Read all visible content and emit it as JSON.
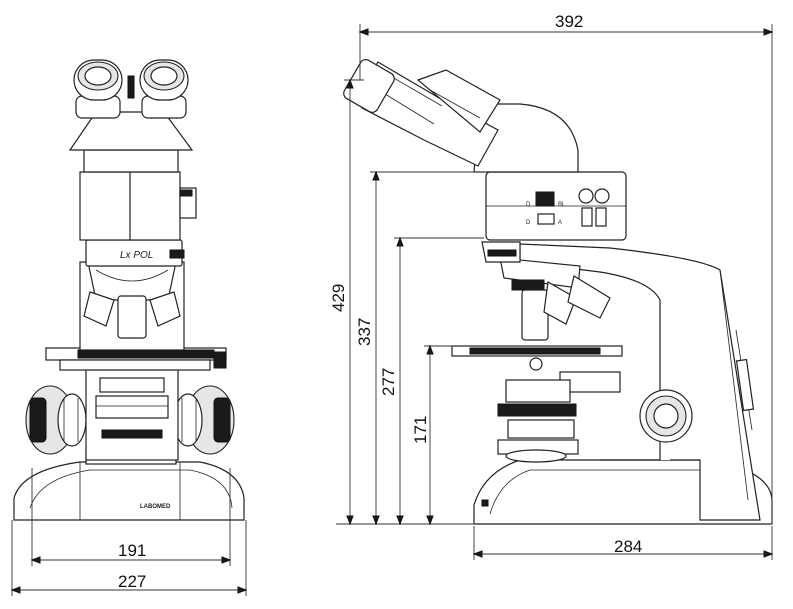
{
  "dimensions": {
    "front_inner_width": "191",
    "front_outer_width": "227",
    "side_total_width": "392",
    "side_base_depth": "284",
    "height_total": "429",
    "height_head": "337",
    "height_arm": "277",
    "height_stage": "171"
  },
  "labels": {
    "model": "Lx POL",
    "brand": "LABOMED",
    "switch_d": "D",
    "switch_bl": "BL",
    "switch_a": "A"
  },
  "colors": {
    "line": "#222222",
    "background": "#ffffff"
  }
}
